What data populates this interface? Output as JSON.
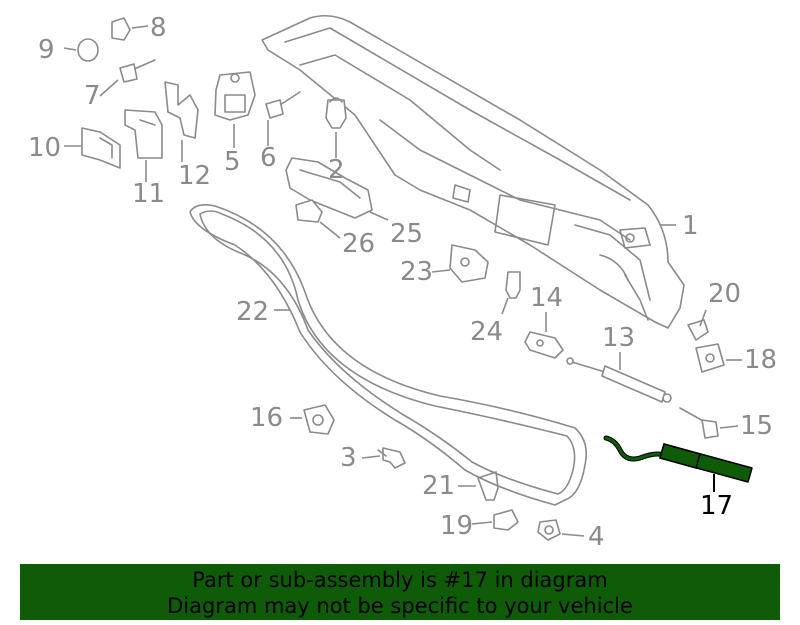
{
  "callouts": {
    "c1": "1",
    "c2": "2",
    "c3": "3",
    "c4": "4",
    "c5": "5",
    "c6": "6",
    "c7": "7",
    "c8": "8",
    "c9": "9",
    "c10": "10",
    "c11": "11",
    "c12": "12",
    "c13": "13",
    "c14": "14",
    "c15": "15",
    "c16": "16",
    "c17": "17",
    "c18": "18",
    "c19": "19",
    "c20": "20",
    "c21": "21",
    "c22": "22",
    "c23": "23",
    "c24": "24",
    "c25": "25",
    "c26": "26"
  },
  "highlight": {
    "part": "17",
    "color": "#0e5c08"
  },
  "banner": {
    "line1": "Part or sub-assembly is #17 in diagram",
    "line2": "Diagram may not be specific to your vehicle",
    "background": "#0e5c08"
  }
}
